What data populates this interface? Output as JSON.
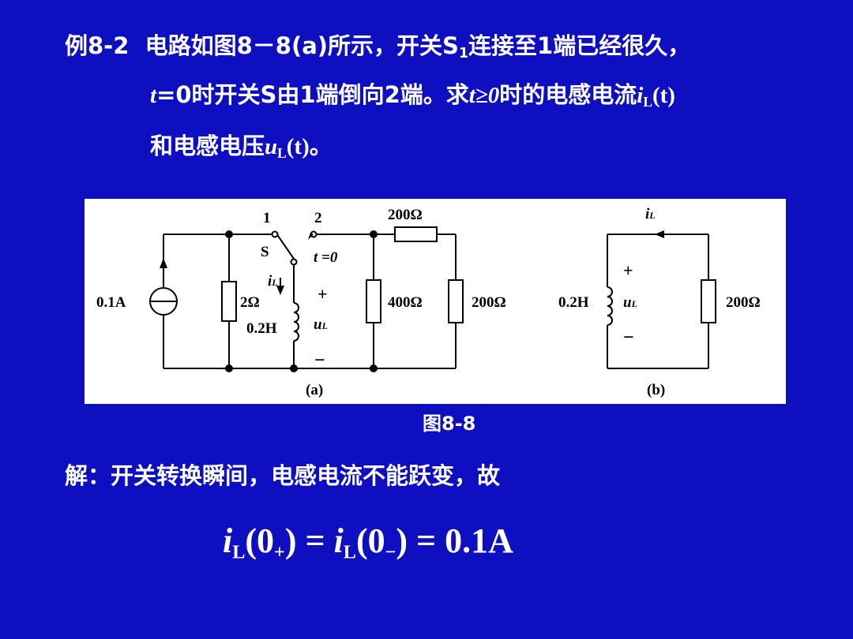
{
  "problem": {
    "example_label": "例8-2",
    "text1": "电路如图8－8(a)所示，开关S",
    "sw_sub": "1",
    "text1b": "连接至1端已经很久，",
    "t_var": "t",
    "text2a": "=0时开关S由1端倒向2端。求",
    "cond": "t≥0",
    "text2b": "时的电感电流",
    "i_var": "i",
    "L_sub": "L",
    "arg_t": "(t)",
    "text3a": "和电感电压",
    "u_var": "u",
    "text3b": "。"
  },
  "figure": {
    "caption": "图8-8",
    "a": {
      "label": "(a)",
      "source": "0.1A",
      "r1": "2Ω",
      "inductor": "0.2H",
      "r2": "400Ω",
      "r3": "200Ω",
      "r_top": "200Ω",
      "node1": "1",
      "node2": "2",
      "switch": "S",
      "t0": "t =0",
      "i_label": "i",
      "u_label": "u",
      "sub": "L",
      "plus": "+",
      "minus": "−"
    },
    "b": {
      "label": "(b)",
      "inductor": "0.2H",
      "resistor": "200Ω",
      "i_label": "i",
      "u_label": "u",
      "sub": "L",
      "plus": "+",
      "minus": "−"
    }
  },
  "solution": {
    "text": "解：开关转换瞬间，电感电流不能跃变，故",
    "eq": {
      "i": "i",
      "sub": "L",
      "open": "(0",
      "plus": "+",
      "minus": "−",
      "close": ")",
      "eqs": "=",
      "value": "0.1A"
    }
  }
}
